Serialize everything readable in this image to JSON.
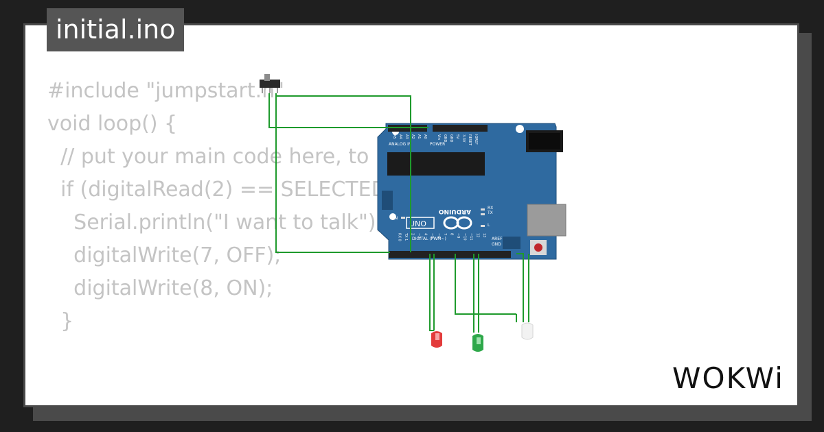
{
  "file": {
    "name": "initial.ino"
  },
  "code_lines": [
    "#include \"jumpstart.h\"",
    "",
    "void loop() {",
    "",
    "  // put your main code here, to run repeatedly:",
    "  if (digitalRead(2) == SELECTED){",
    "    Serial.println(\"I want to talk\");",
    "    digitalWrite(7, OFF);",
    "    digitalWrite(8, ON);",
    "  }"
  ],
  "board": {
    "brand": "ARDUINO",
    "model": "UNO",
    "power_label": "POWER",
    "analog_label": "ANALOG IN",
    "digital_label": "DIGITAL (PWM~)",
    "on_label": "ON",
    "tx_label": "TX",
    "rx_label": "RX",
    "l_label": "L",
    "aref_label": "AREF",
    "gnd_label": "GND",
    "power_pins": [
      "IOREF",
      "RESET",
      "3.3V",
      "5V",
      "GND",
      "GND",
      "Vin"
    ],
    "analog_pins": [
      "A0",
      "A1",
      "A2",
      "A3",
      "A4",
      "A5"
    ],
    "digital_pins": [
      "13",
      "12",
      "~11",
      "~10",
      "~9",
      "8",
      "7",
      "~6",
      "~5",
      "4",
      "~3",
      "2",
      "TX 1",
      "RX 0"
    ]
  },
  "leds": [
    {
      "color": "red",
      "hex": "#e33b3b"
    },
    {
      "color": "green",
      "hex": "#2ea84a"
    },
    {
      "color": "white",
      "hex": "#f2f2f2"
    }
  ],
  "colors": {
    "wire": "#1e9a2c",
    "board": "#2f6aa0",
    "board_dark": "#1f4d78",
    "code_text": "#c4c4c4",
    "tab_bg": "#555555"
  },
  "brand_logo": {
    "text": "WOKWi"
  }
}
